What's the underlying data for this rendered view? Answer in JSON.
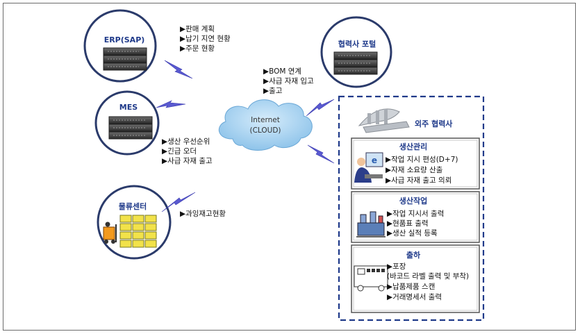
{
  "nodes": {
    "erp": {
      "title": "ERP(SAP)",
      "notes": [
        "▶판매 계획",
        "▶납기 지연 현황",
        "▶주문 현황"
      ]
    },
    "mes": {
      "title": "MES",
      "notes": [
        "▶생산 우선순위",
        "▶긴급 오더",
        "▶사급 자재 출고"
      ]
    },
    "logistics": {
      "title": "물류센터",
      "notes": [
        "▶과잉재고현황"
      ]
    },
    "partner_portal": {
      "title": "협력사 포털",
      "notes": [
        "▶BOM 연계",
        "▶사급 자재 입고",
        "▶출고"
      ]
    },
    "cloud": {
      "line1": "Internet",
      "line2": "(CLOUD)"
    }
  },
  "outsource": {
    "title": "외주 협력사",
    "boxes": [
      {
        "title": "생산관리",
        "items": [
          "▶작업 지시 편성(D+7)",
          "▶자재 소요량 산출",
          "▶사급 자재 출고 의뢰"
        ]
      },
      {
        "title": "생산작업",
        "items": [
          "▶작업 지시서 출력",
          "▶현품표 출력",
          "▶생산 실적 등록"
        ]
      },
      {
        "title": "출하",
        "items": [
          "▶포장",
          "(바코드 라벨 출력 및 부착)",
          "▶납품제품 스캔",
          "▶거래명세서 출력"
        ]
      }
    ]
  },
  "colors": {
    "circle_border": "#2b3b6b",
    "circle_fill": "#ffffff",
    "dash_border": "#1f3a8a",
    "lightning": "#5a5ad0",
    "cloud": "#a9d4f2",
    "title_blue": "#1f3a8a"
  }
}
